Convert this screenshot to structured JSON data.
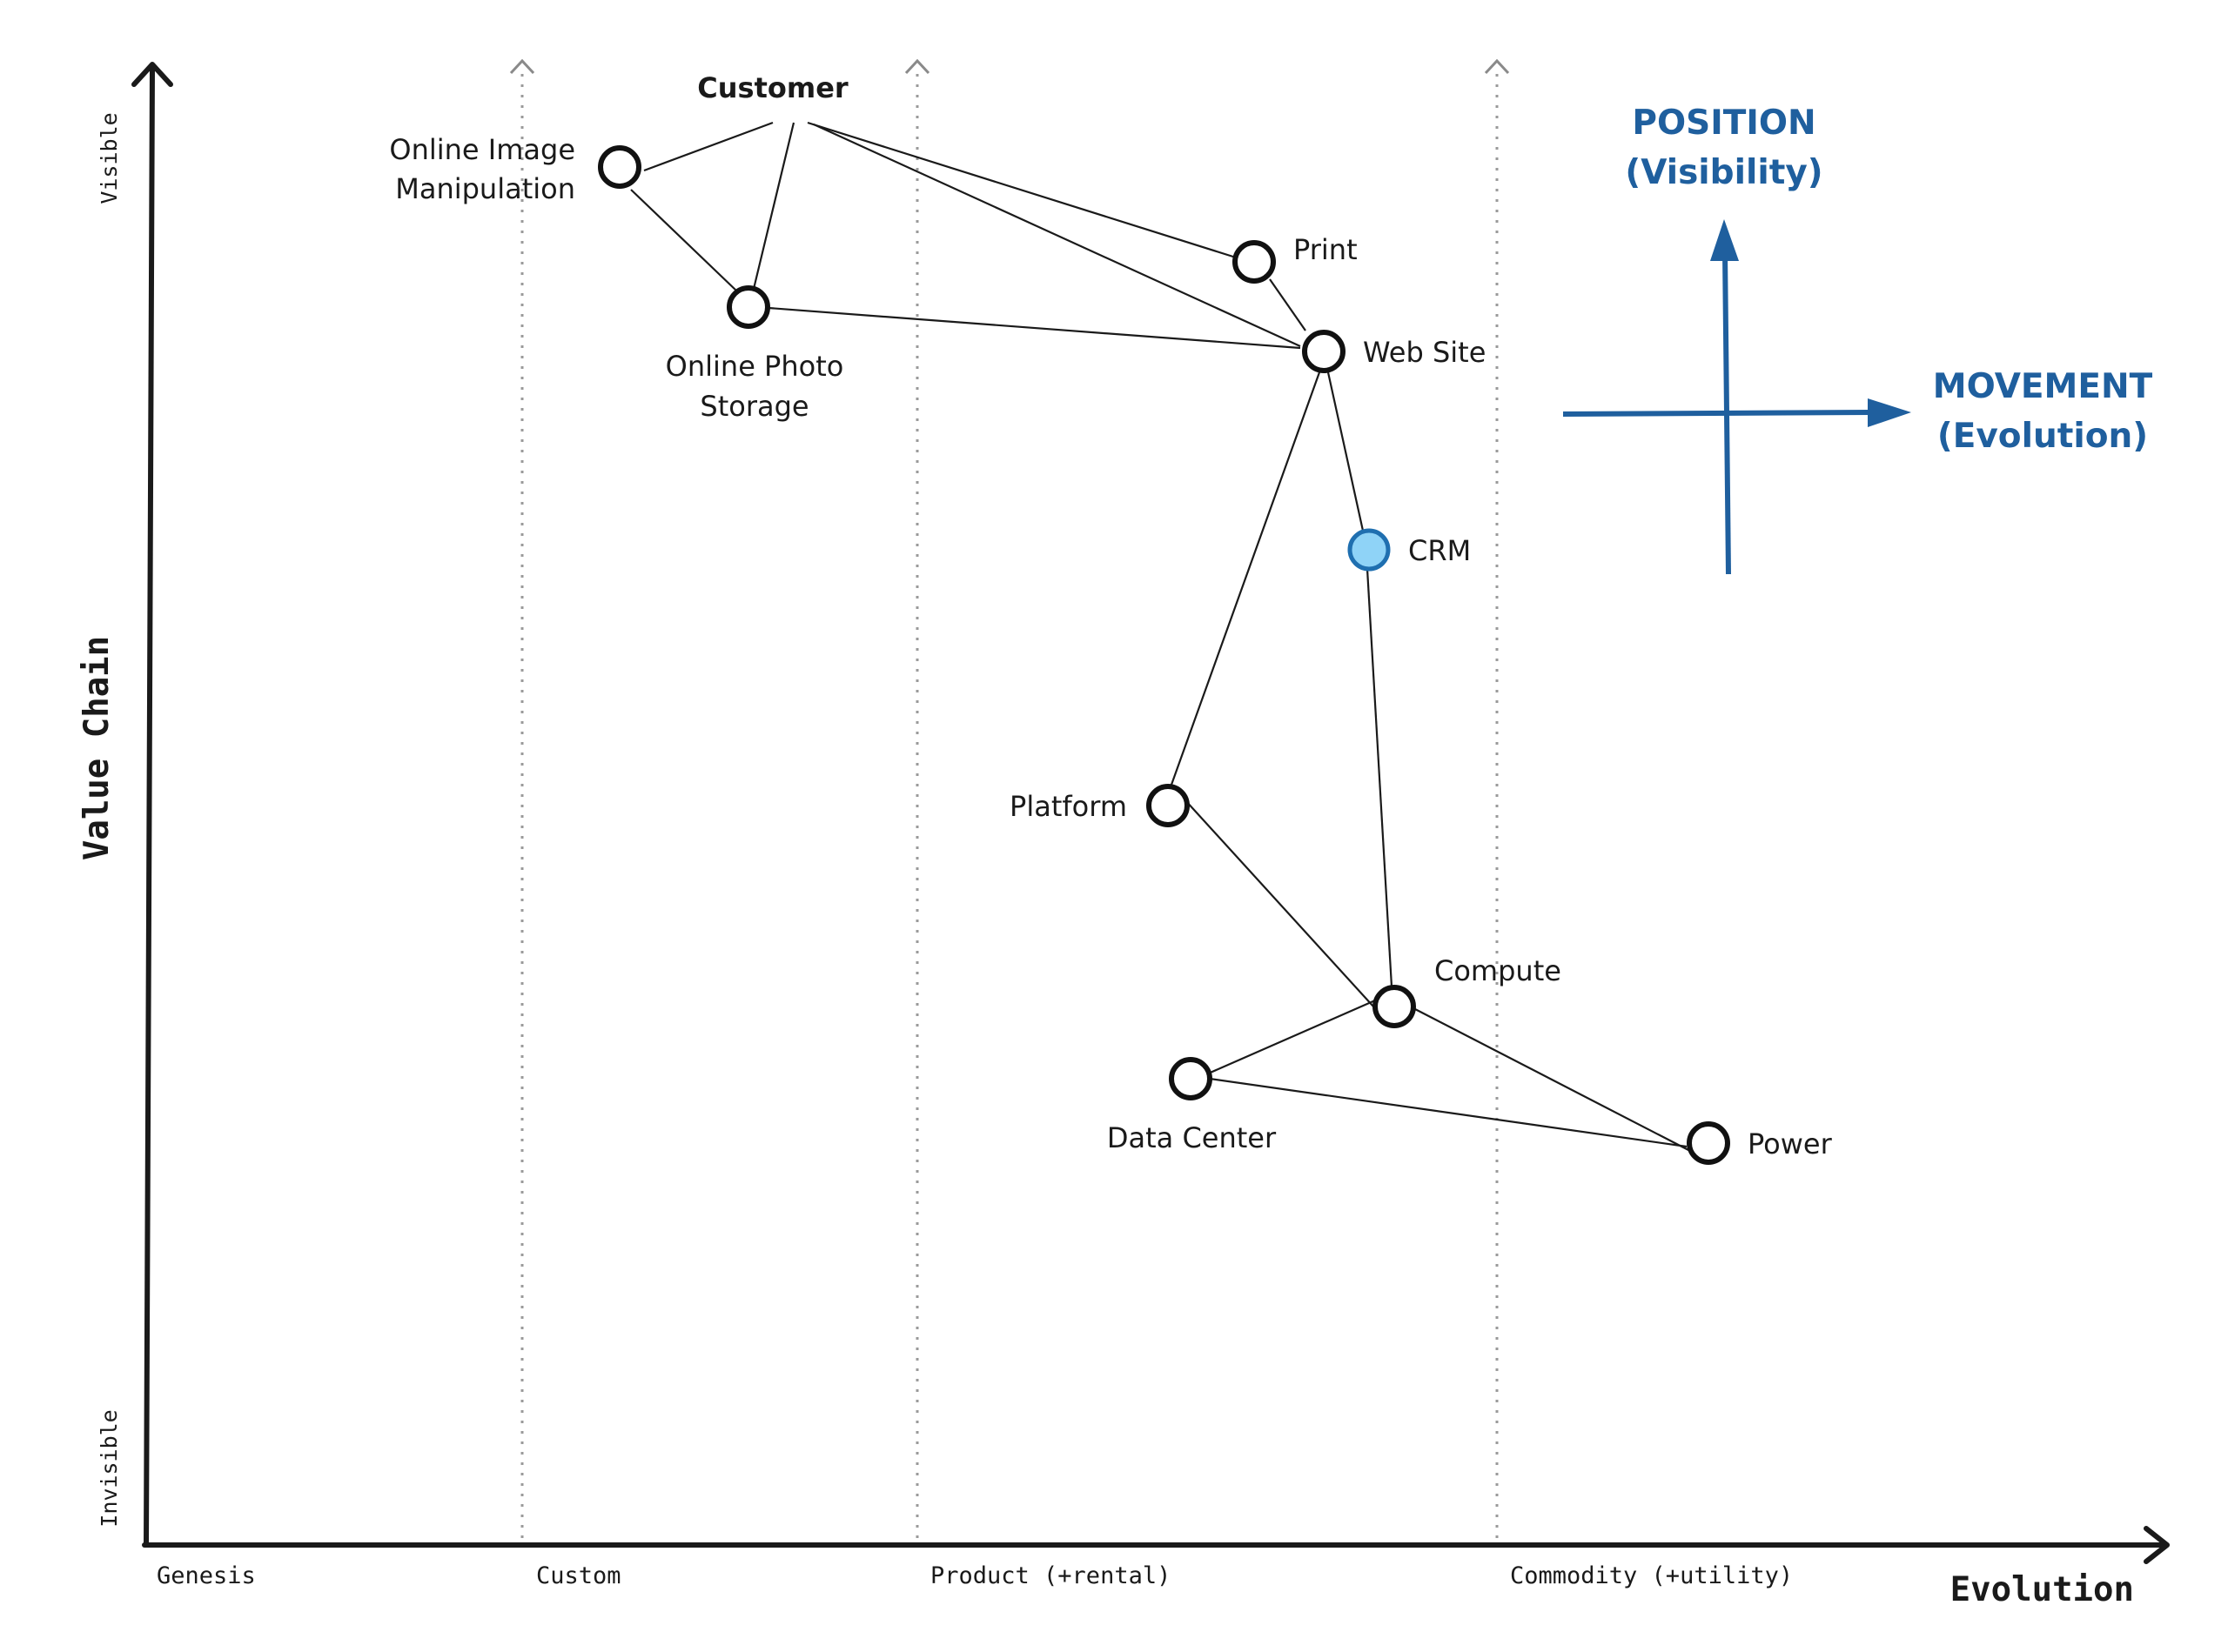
{
  "axes": {
    "x_title": "Evolution",
    "y_title": "Value Chain",
    "y_top_label": "Visible",
    "y_bottom_label": "Invisible",
    "stages": [
      "Genesis",
      "Custom",
      "Product (+rental)",
      "Commodity (+utility)"
    ]
  },
  "components": [
    {
      "id": "customer",
      "label": "Customer",
      "bold": true,
      "node": false
    },
    {
      "id": "online-image-manipulation",
      "label_lines": [
        "Online Image",
        "Manipulation"
      ],
      "node": true
    },
    {
      "id": "online-photo-storage",
      "label_lines": [
        "Online Photo",
        "Storage"
      ],
      "node": true
    },
    {
      "id": "print",
      "label": "Print",
      "node": true
    },
    {
      "id": "web-site",
      "label": "Web Site",
      "node": true
    },
    {
      "id": "crm",
      "label": "CRM",
      "node": true,
      "highlight": true
    },
    {
      "id": "platform",
      "label": "Platform",
      "node": true
    },
    {
      "id": "compute",
      "label": "Compute",
      "node": true
    },
    {
      "id": "data-center",
      "label": "Data Center",
      "node": true
    },
    {
      "id": "power",
      "label": "Power",
      "node": true
    }
  ],
  "links": [
    [
      "customer",
      "online-image-manipulation"
    ],
    [
      "customer",
      "online-photo-storage"
    ],
    [
      "customer",
      "print"
    ],
    [
      "customer",
      "web-site"
    ],
    [
      "online-image-manipulation",
      "online-photo-storage"
    ],
    [
      "online-photo-storage",
      "web-site"
    ],
    [
      "print",
      "web-site"
    ],
    [
      "web-site",
      "crm"
    ],
    [
      "web-site",
      "platform"
    ],
    [
      "crm",
      "compute"
    ],
    [
      "platform",
      "compute"
    ],
    [
      "compute",
      "data-center"
    ],
    [
      "compute",
      "power"
    ],
    [
      "data-center",
      "power"
    ]
  ],
  "legend": {
    "position_title": "POSITION",
    "position_sub": "(Visibility)",
    "movement_title": "MOVEMENT",
    "movement_sub": "(Evolution)",
    "color": "#1f5f9e"
  },
  "colors": {
    "crm_fill": "#8fd3f7",
    "crm_stroke": "#1f6fb0",
    "legend": "#1f5f9e"
  }
}
